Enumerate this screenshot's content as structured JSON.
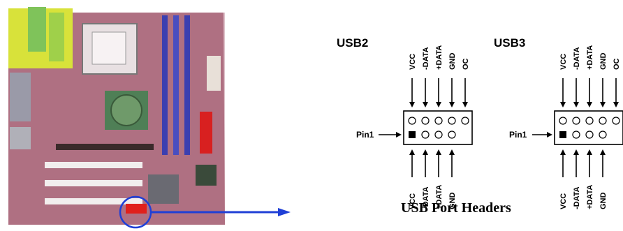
{
  "caption": "USB Port Headers",
  "pin1_label": "Pin1",
  "headers": [
    {
      "name": "USB2",
      "top_pins": [
        "VCC",
        "-DATA",
        "+DATA",
        "GND",
        "OC"
      ],
      "bottom_pins": [
        "VCC",
        "-DATA",
        "+DATA",
        "GND"
      ]
    },
    {
      "name": "USB3",
      "top_pins": [
        "VCC",
        "-DATA",
        "+DATA",
        "GND",
        "OC"
      ],
      "bottom_pins": [
        "VCC",
        "-DATA",
        "+DATA",
        "GND"
      ]
    }
  ],
  "colors": {
    "pointer": "#1f3fd6",
    "board": "#a8697a",
    "connector_highlight": "#e0201c"
  }
}
